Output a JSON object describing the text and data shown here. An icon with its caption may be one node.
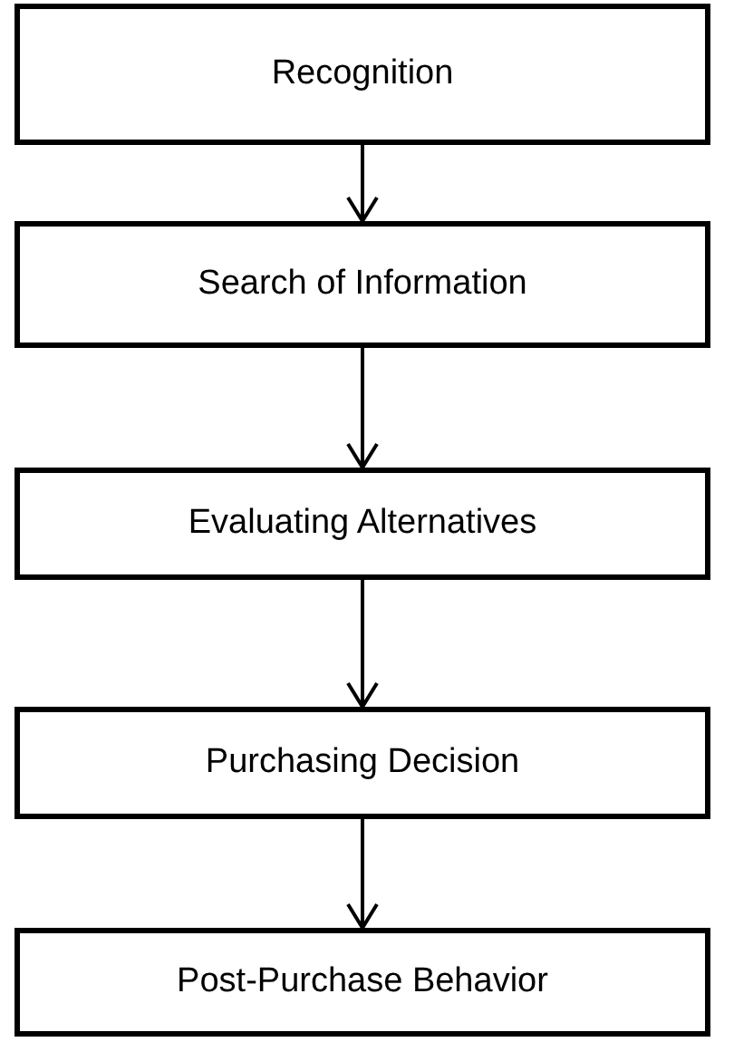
{
  "diagram": {
    "nodes": [
      {
        "text": [
          "Recognition"
        ]
      },
      {
        "text": [
          "Search of Information"
        ]
      },
      {
        "text": [
          "Evaluating Alternatives"
        ]
      },
      {
        "text": [
          "Purchasing Decision"
        ]
      },
      {
        "text": [
          "Post-Purchase Behavior"
        ]
      }
    ],
    "edges": [
      {
        "from": 0,
        "to": 1,
        "arrow": "to"
      },
      {
        "from": 1,
        "to": 2,
        "arrow": "to"
      },
      {
        "from": 2,
        "to": 3,
        "arrow": "to"
      },
      {
        "from": 3,
        "to": 4,
        "arrow": "to"
      }
    ]
  }
}
